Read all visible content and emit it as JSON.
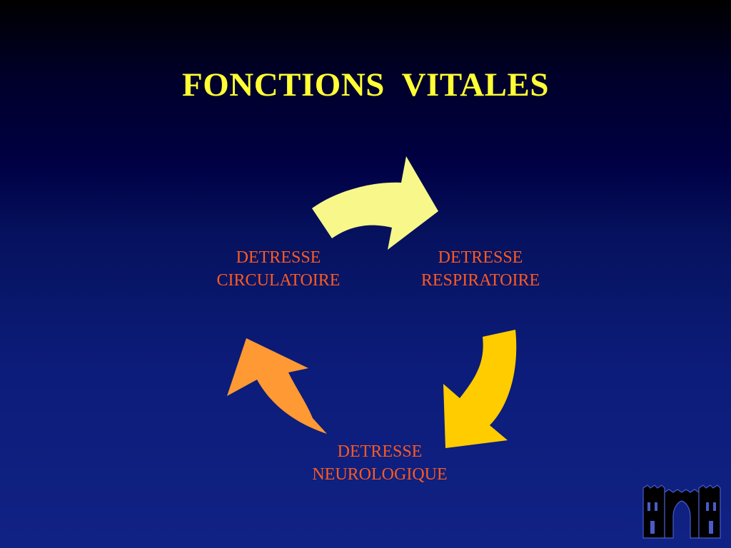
{
  "slide": {
    "title": "FONCTIONS  VITALES",
    "nodes": [
      {
        "id": "circulatoire",
        "line1": "DETRESSE",
        "line2": "CIRCULATOIRE"
      },
      {
        "id": "respiratoire",
        "line1": "DETRESSE",
        "line2": "RESPIRATOIRE"
      },
      {
        "id": "neurologique",
        "line1": "DETRESSE",
        "line2": "NEUROLOGIQUE"
      }
    ],
    "arrows": [
      {
        "from": "circulatoire",
        "to": "respiratoire",
        "color": "#f7f78a"
      },
      {
        "from": "respiratoire",
        "to": "neurologique",
        "color": "#ffcc00"
      },
      {
        "from": "neurologique",
        "to": "circulatoire",
        "color": "#ff9933"
      }
    ],
    "colors": {
      "title": "#ffff33",
      "node_text": "#ff5a1f",
      "background_top": "#000000",
      "background_bottom": "#102284"
    },
    "logo_icon": "city-gate-icon"
  }
}
